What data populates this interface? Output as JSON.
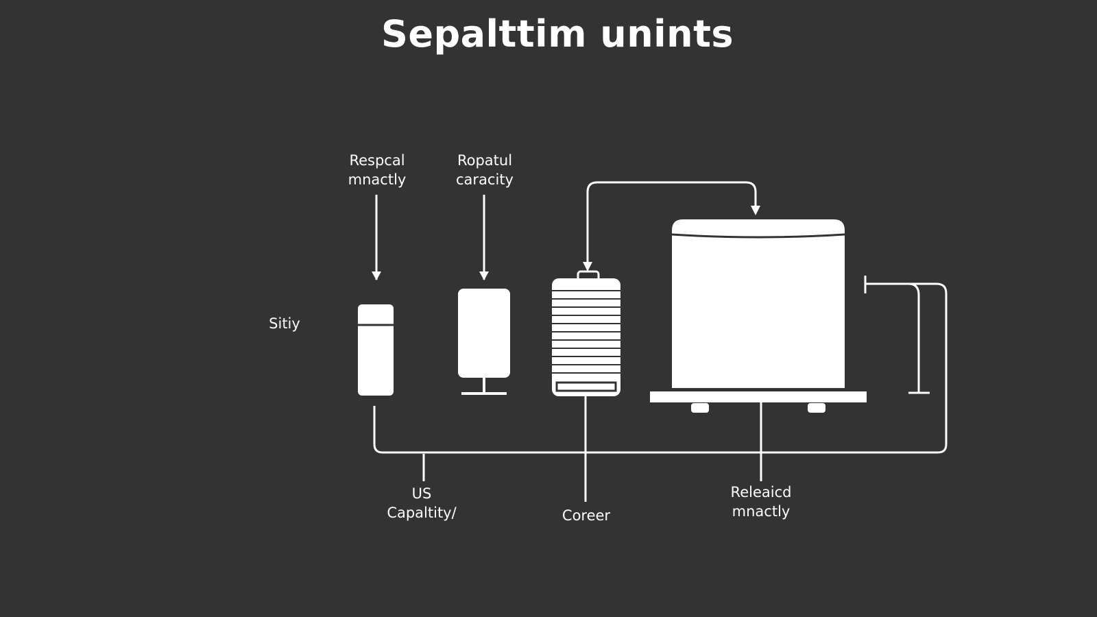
{
  "title": "Sepalttim unints",
  "labels": {
    "top_left": [
      "Respcal",
      "mnactly"
    ],
    "top_mid": [
      "Ropatul",
      "caracity"
    ],
    "side": "Sitiy",
    "bottom_left": [
      "US",
      "Capaltity/"
    ],
    "bottom_mid": "Coreer",
    "bottom_right": [
      "Releaicd",
      "mnactly"
    ]
  },
  "colors": {
    "background": "#333333",
    "foreground": "#ffffff"
  }
}
